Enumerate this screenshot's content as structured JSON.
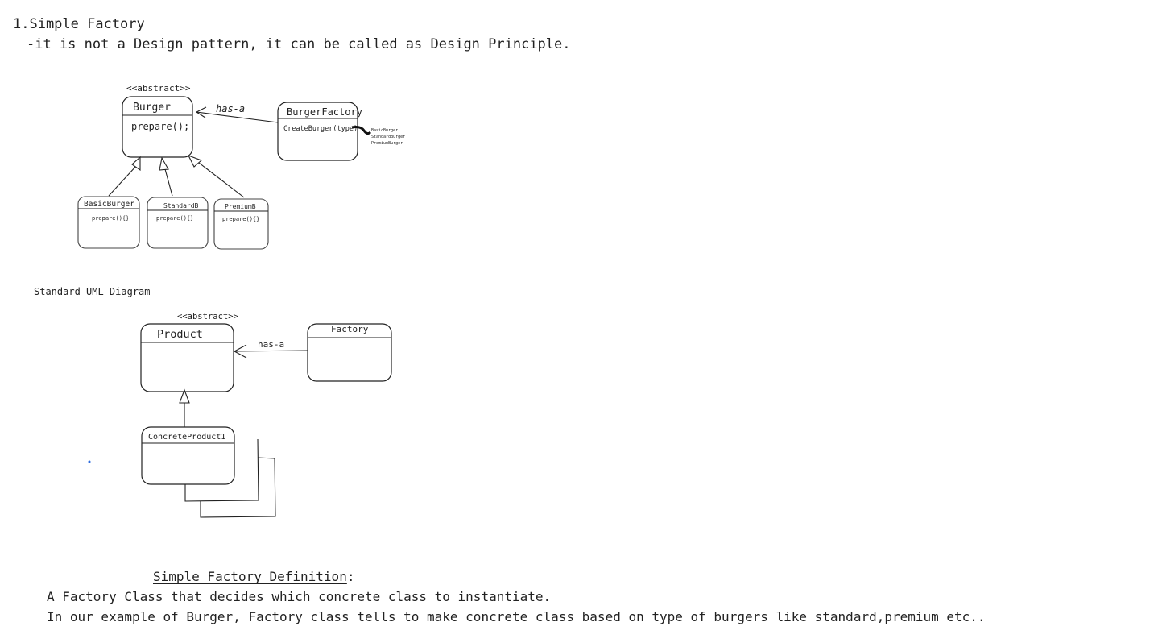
{
  "heading": "1.Simple Factory",
  "subline": "-it is not a Design pattern, it can be called as Design Principle.",
  "burger_diagram": {
    "stereotype": "<<abstract>>",
    "burger": {
      "name": "Burger",
      "method": "prepare();"
    },
    "factory": {
      "name": "BurgerFactory",
      "method": "CreateBurger(type)"
    },
    "association_label": "has-a",
    "types": [
      "BasicBurger",
      "StandardBurger",
      "PremiumBurger"
    ],
    "subclasses": [
      {
        "name": "BasicBurger",
        "method": "prepare(){}"
      },
      {
        "name": "StandardB",
        "method": "prepare(){}"
      },
      {
        "name": "PremiumB",
        "method": "prepare(){}"
      }
    ]
  },
  "uml_label": "Standard UML Diagram",
  "uml_diagram": {
    "stereotype": "<<abstract>>",
    "product": "Product",
    "factory": "Factory",
    "association_label": "has-a",
    "concrete": "ConcreteProduct1"
  },
  "definition": {
    "title": "Simple Factory Definition",
    "colon": ":",
    "line1": "A Factory Class that decides which concrete class to instantiate.",
    "line2": "In our example of Burger, Factory class tells to make concrete class based on type of burgers like standard,premium etc.."
  }
}
